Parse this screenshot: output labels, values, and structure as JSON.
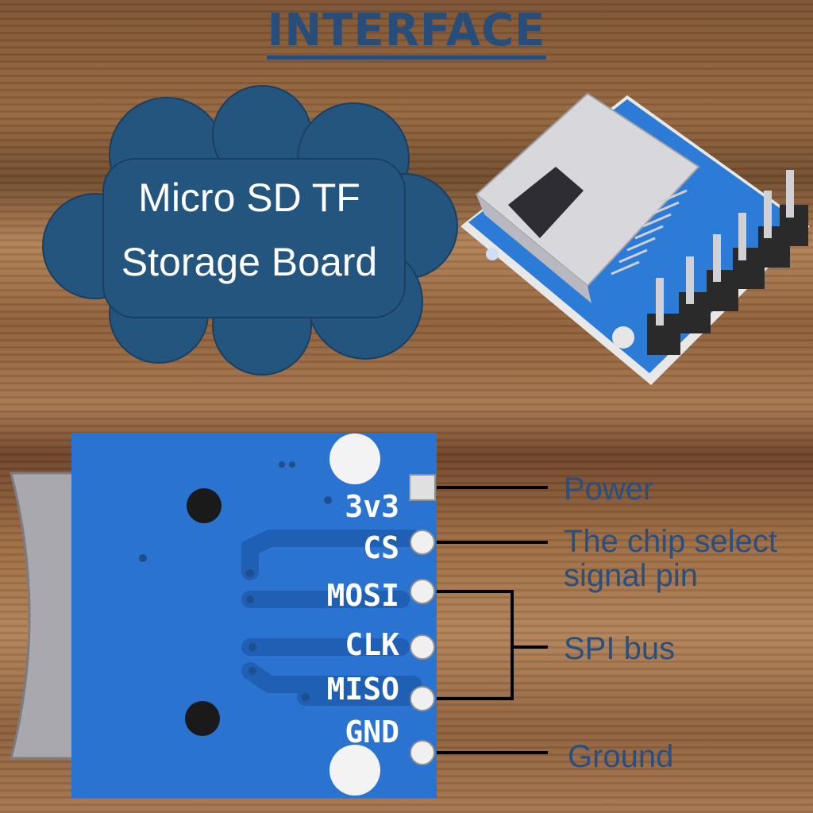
{
  "title": "INTERFACE",
  "cloud": {
    "line1": "Micro SD TF",
    "line2": "Storage Board"
  },
  "pins": [
    "3v3",
    "CS",
    "MOSI",
    "CLK",
    "MISO",
    "GND"
  ],
  "callouts": {
    "power": "Power",
    "chip_select_line1": "The chip select",
    "chip_select_line2": "signal pin",
    "spi": "SPI bus",
    "ground": "Ground"
  },
  "colors": {
    "title": "#274d78",
    "cloud": "#24557f",
    "pcb": "#2a73d0",
    "callout_text": "#2a4f7e"
  }
}
